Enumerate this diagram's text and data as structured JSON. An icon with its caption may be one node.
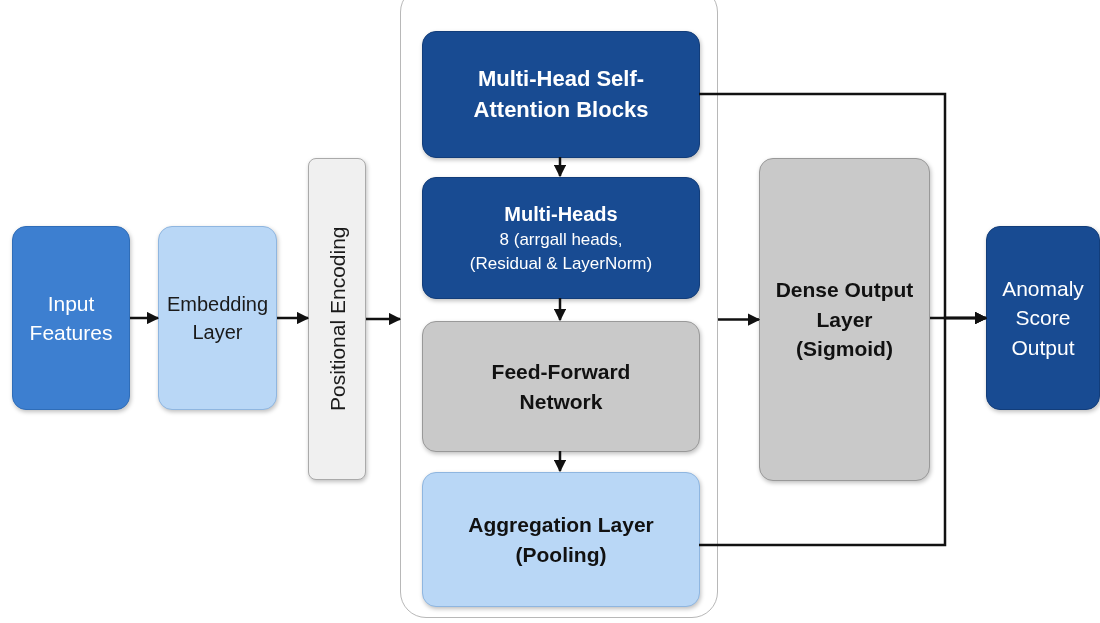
{
  "diagram": {
    "nodes": [
      {
        "text": [
          "Input Features"
        ]
      },
      {
        "text": [
          "Embedding Layer"
        ]
      },
      {
        "text": [
          "Positional Encoding"
        ]
      },
      {
        "text": [],
        "shape": "box"
      },
      {
        "text": [
          "Multi-Head Self-Attention Blocks"
        ],
        "in": 3
      },
      {
        "text": [
          "Multi-Heads",
          "8 (arrgall heads, (Residual & LayerNorm)"
        ],
        "in": 3
      },
      {
        "text": [
          "Feed-Forward Network"
        ],
        "in": 3
      },
      {
        "text": [
          "Aggregation Layer (Pooling)"
        ],
        "in": 3
      },
      {
        "text": [
          "Dense Output Layer (Sigmoid)"
        ]
      },
      {
        "text": [
          "Anomaly Score Output"
        ]
      }
    ],
    "edges": [
      {
        "from": 0,
        "to": 1,
        "arrow": "to"
      },
      {
        "from": 1,
        "to": 2,
        "arrow": "to"
      },
      {
        "from": 2,
        "to": 3,
        "arrow": "to"
      },
      {
        "from": 4,
        "to": 5,
        "arrow": "to"
      },
      {
        "from": 5,
        "to": 6,
        "arrow": "to"
      },
      {
        "from": 6,
        "to": 7,
        "arrow": "to"
      },
      {
        "from": 3,
        "to": 8,
        "arrow": "to"
      },
      {
        "from": 8,
        "to": 9,
        "arrow": "to"
      },
      {
        "from": 4,
        "to": 9,
        "arrow": "to"
      },
      {
        "from": 7,
        "to": 9,
        "arrow": "to"
      }
    ]
  }
}
